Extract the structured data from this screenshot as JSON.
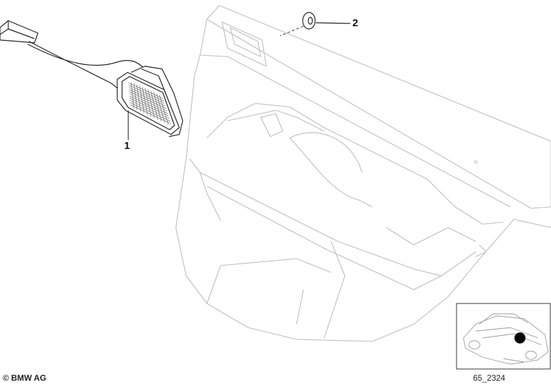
{
  "callouts": [
    {
      "id": "1",
      "label": "1"
    },
    {
      "id": "2",
      "label": "2"
    }
  ],
  "copyright": "© BMW AG",
  "diagram_code": "65_2324",
  "colors": {
    "line": "#222222",
    "faint_line": "#bdbdbd",
    "marker": "#000000"
  }
}
